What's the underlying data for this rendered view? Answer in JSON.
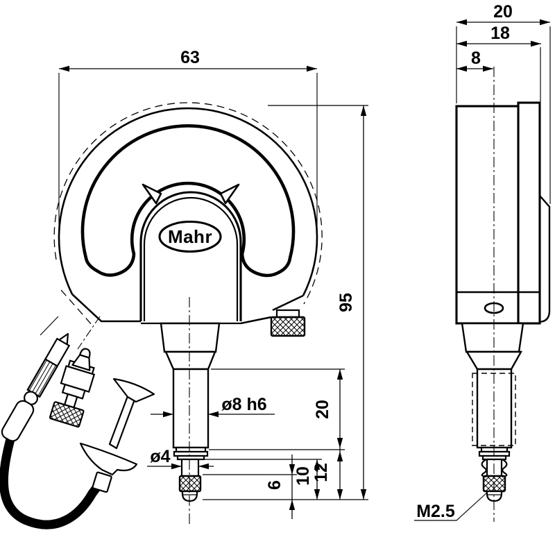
{
  "brand": {
    "logo_text": "Mahr"
  },
  "colors": {
    "ink": "#000000",
    "paper": "#ffffff"
  },
  "front_view": {
    "housing_width_label": "63",
    "overall_height_label": "95",
    "stem_length_label": "20",
    "stem_diameter_label": "ø8 h6",
    "stub_diameter_label": "ø4",
    "length_12_label": "12",
    "length_10_label": "10",
    "length_6_label": "6"
  },
  "side_view": {
    "total_depth_label": "20",
    "body_depth_label": "18",
    "face_to_axis_label": "8",
    "thread_label": "M2.5"
  }
}
